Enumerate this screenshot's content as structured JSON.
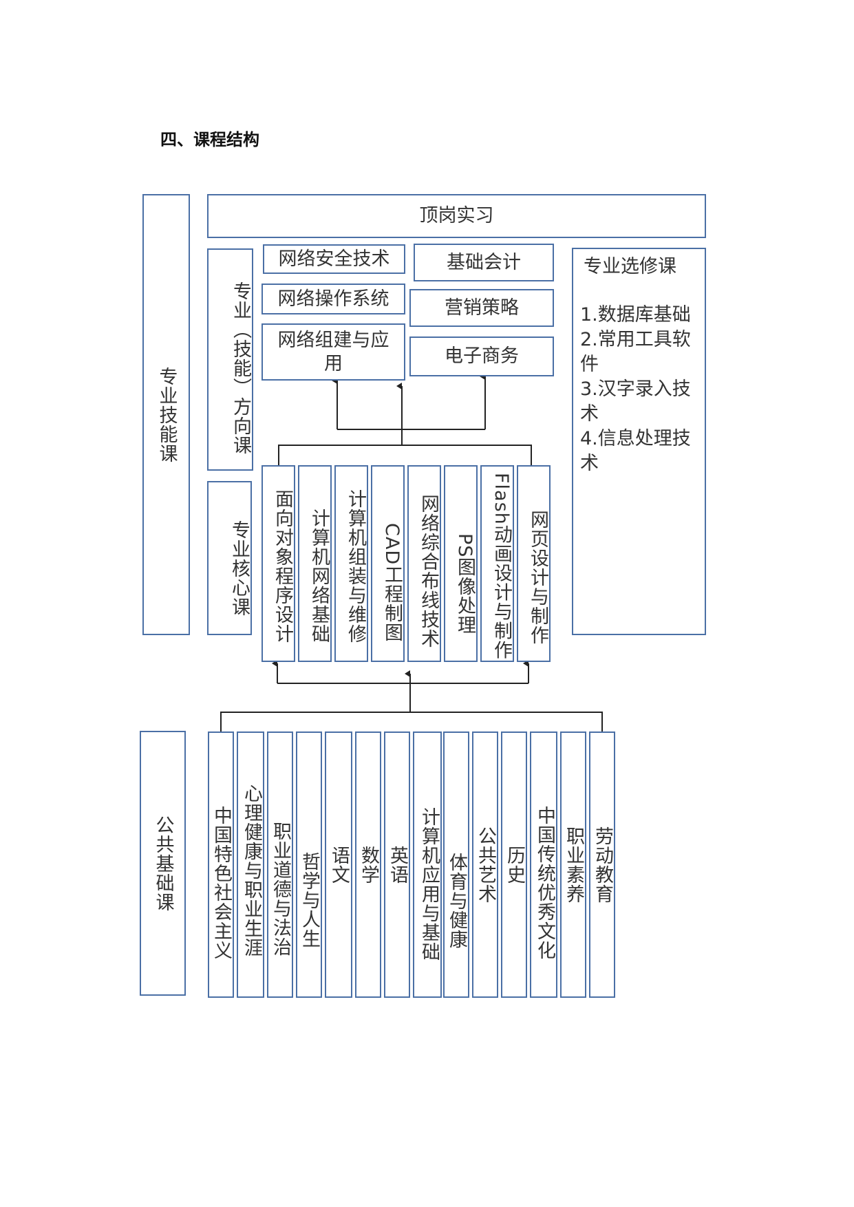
{
  "heading": "四、课程结构",
  "categories": {
    "skill": "专业技能课",
    "direction": "专业（技能）方向课",
    "core": "专业核心课",
    "public": "公共基础课"
  },
  "internship": "顶岗实习",
  "direction_courses_left": [
    "网络安全技术",
    "网络操作系统",
    "网络组建与应用"
  ],
  "direction_courses_right": [
    "基础会计",
    "营销策略",
    "电子商务"
  ],
  "core_courses": [
    "面向对象程序设计",
    "计算机网络基础",
    "计算机组装与维修",
    "CAD工程制图",
    "网络综合布线技术",
    "PS图像处理",
    "Flash动画设计与制作",
    "网页设计与制作"
  ],
  "elective": {
    "title": "专业选修课",
    "items": [
      "1.数据库基础",
      "2.常用工具软件",
      "3.汉字录入技术",
      "4.信息处理技术"
    ]
  },
  "public_courses": [
    "中国特色社会主义",
    "心理健康与职业生涯",
    "职业道德与法治",
    "哲学与人生",
    "语文",
    "数学",
    "英语",
    "计算机应用与基础",
    "体育与健康",
    "公共艺术",
    "历史",
    "中国传统优秀文化",
    "职业素养",
    "劳动教育"
  ],
  "colors": {
    "border": "#4a6fa5",
    "connector": "#222222",
    "text": "#333333"
  }
}
